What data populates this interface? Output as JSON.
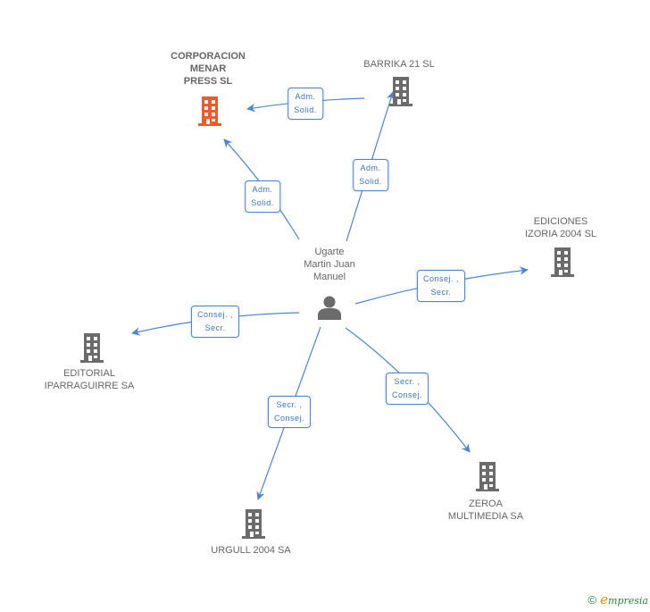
{
  "colors": {
    "edge": "#4a86d8",
    "edge_label_text": "#3a74c9",
    "node_text": "#666666",
    "building_default": "#6b6b6b",
    "building_highlight": "#f05a28",
    "person": "#6b6b6b"
  },
  "center": {
    "name": "Ugarte\nMartin Juan\nManuel",
    "icon": "person-icon"
  },
  "companies": [
    {
      "id": "corporacion-menar",
      "name": "CORPORACION\nMENAR\nPRESS SL",
      "highlight": true,
      "icon": "building-icon"
    },
    {
      "id": "barrika",
      "name": "BARRIKA 21 SL",
      "highlight": false,
      "icon": "building-icon"
    },
    {
      "id": "ediciones-izoria",
      "name": "EDICIONES\nIZORIA 2004 SL",
      "highlight": false,
      "icon": "building-icon"
    },
    {
      "id": "editorial-iparraguirre",
      "name": "EDITORIAL\nIPARRAGUIRRE SA",
      "highlight": false,
      "icon": "building-icon"
    },
    {
      "id": "zeroa",
      "name": "ZEROA\nMULTIMEDIA SA",
      "highlight": false,
      "icon": "building-icon"
    },
    {
      "id": "urgull",
      "name": "URGULL 2004 SA",
      "highlight": false,
      "icon": "building-icon"
    }
  ],
  "edges": [
    {
      "from": "center",
      "to": "corporacion-menar",
      "label": "Adm.\nSolid."
    },
    {
      "from": "center",
      "to": "barrika",
      "label": "Adm.\nSolid."
    },
    {
      "from": "barrika",
      "to": "corporacion-menar",
      "label": "Adm.\nSolid."
    },
    {
      "from": "center",
      "to": "ediciones-izoria",
      "label": "Consej. ,\nSecr."
    },
    {
      "from": "center",
      "to": "editorial-iparraguirre",
      "label": "Consej. ,\nSecr."
    },
    {
      "from": "center",
      "to": "zeroa",
      "label": "Secr. ,\nConsej."
    },
    {
      "from": "center",
      "to": "urgull",
      "label": "Secr. ,\nConsej."
    }
  ],
  "footer": {
    "copyright": "©",
    "brand_initial": "e",
    "brand_rest": "mpresia"
  }
}
